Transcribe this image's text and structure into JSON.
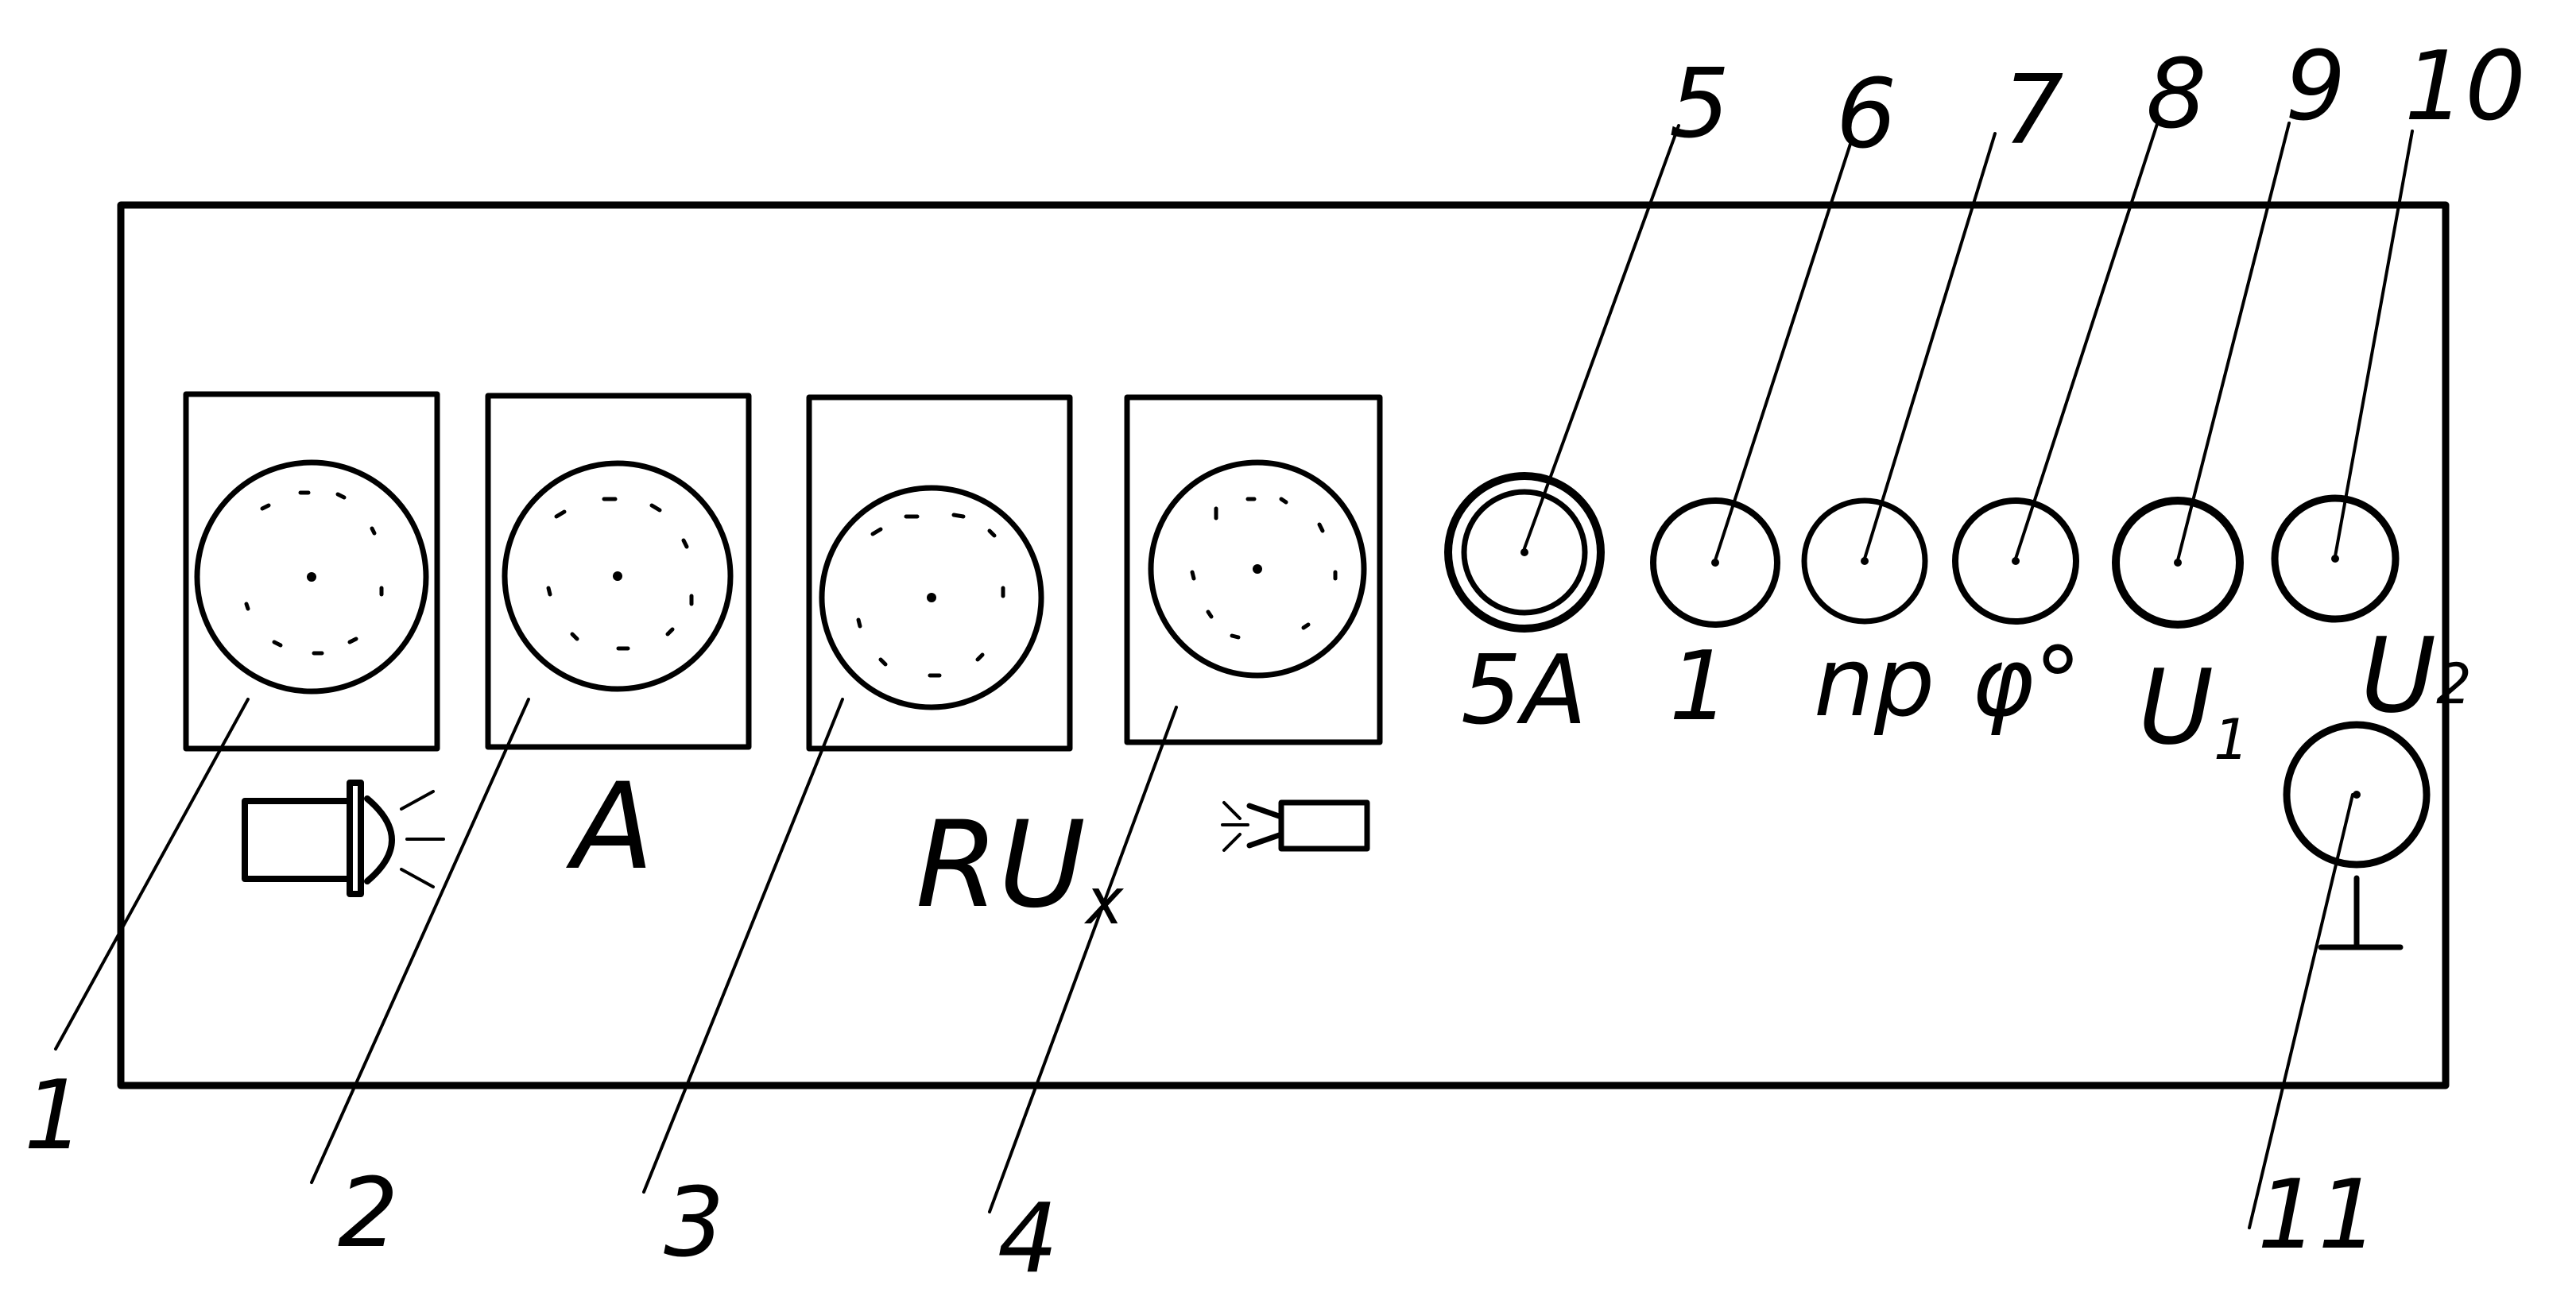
{
  "panel": {
    "dials": [
      {
        "callout": "1",
        "symbol": "lamp-icon",
        "label": ""
      },
      {
        "callout": "2",
        "symbol": "",
        "label": "A"
      },
      {
        "callout": "3",
        "symbol": "",
        "label": "RU",
        "label_sub": "x"
      },
      {
        "callout": "4",
        "symbol": "probe-icon",
        "label": ""
      }
    ],
    "terminals": [
      {
        "callout": "5",
        "label": "5A",
        "label_sub": ""
      },
      {
        "callout": "6",
        "label": "1",
        "label_sub": ""
      },
      {
        "callout": "7",
        "label": "np",
        "label_sub": ""
      },
      {
        "callout": "8",
        "label": "φ°",
        "label_sub": ""
      },
      {
        "callout": "9",
        "label": "U",
        "label_sub": "1"
      },
      {
        "callout": "10",
        "label": "U",
        "label_sub": "2"
      }
    ],
    "ground": {
      "callout": "11",
      "symbol": "ground-icon"
    }
  }
}
